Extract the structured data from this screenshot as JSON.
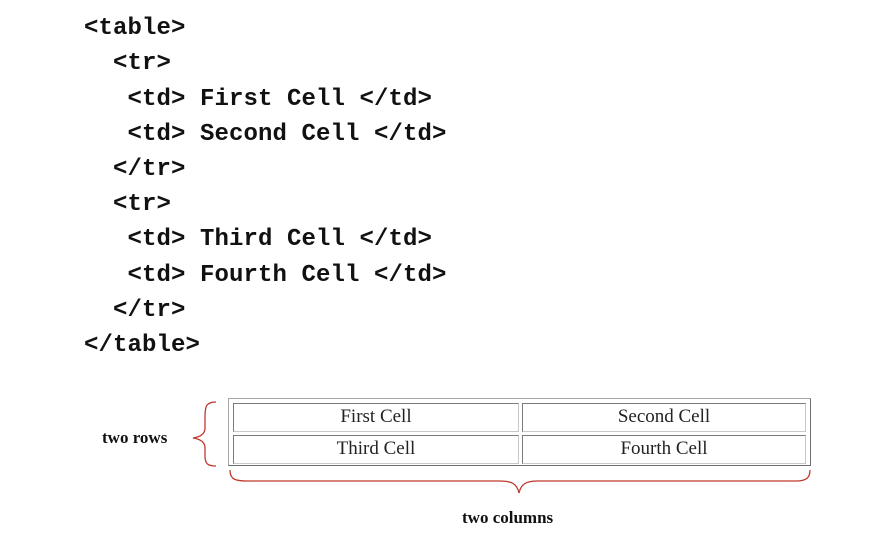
{
  "code": {
    "lines": [
      "<table>",
      "  <tr>",
      "   <td> First Cell </td>",
      "   <td> Second Cell </td>",
      "  </tr>",
      "  <tr>",
      "   <td> Third Cell </td>",
      "   <td> Fourth Cell </td>",
      "  </tr>",
      "</table>"
    ]
  },
  "demo_table": {
    "rows": [
      [
        "First Cell",
        "Second Cell"
      ],
      [
        "Third Cell",
        "Fourth Cell"
      ]
    ]
  },
  "annotations": {
    "rows_label": "two rows",
    "columns_label": "two columns"
  },
  "colors": {
    "brace": "#c0392b",
    "text": "#111111",
    "cell_border_dark": "#7a7a7a",
    "cell_border_light": "#c8c8c8"
  }
}
